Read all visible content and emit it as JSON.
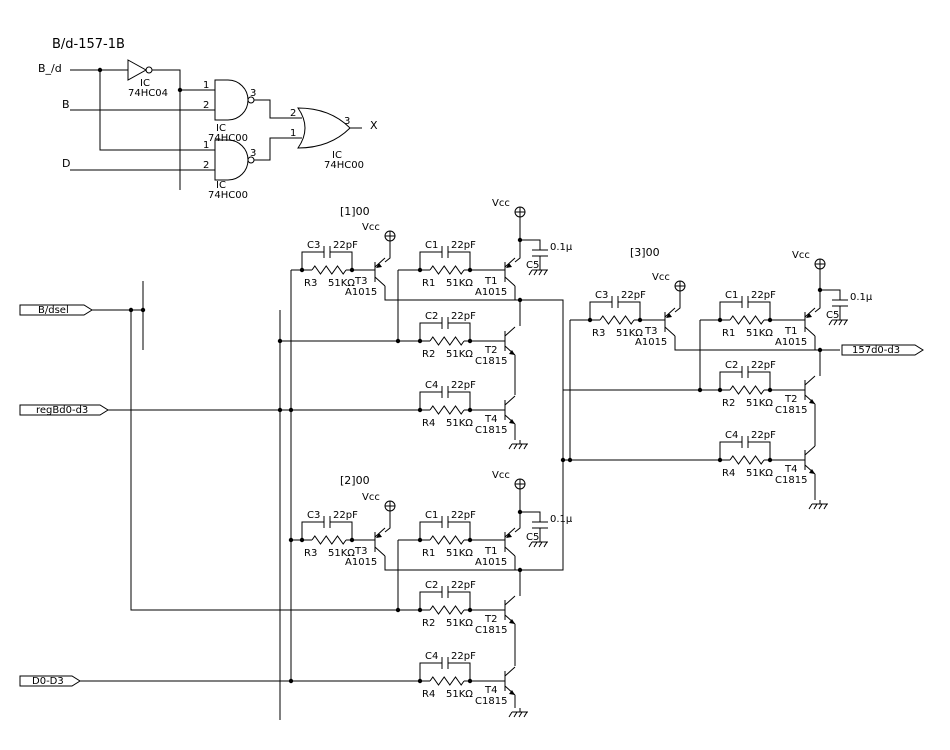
{
  "title": "B/d-157-1B",
  "logic": {
    "in_bd": "B_/d",
    "in_b": "B",
    "in_d": "D",
    "out_x": "X",
    "inv_ic": "IC",
    "inv_part": "74HC04",
    "nand_ic": "IC",
    "nand_part": "74HC00",
    "p1": "1",
    "p2": "2",
    "p3": "3"
  },
  "nets": {
    "bdsel": "B/dsel",
    "regbd": "regBd0-d3",
    "d0d3": "D0-D3",
    "out": "157d0-d3"
  },
  "groups": {
    "g1": "[1]00",
    "g2": "[2]00",
    "g3": "[3]00"
  },
  "parts": {
    "c1": "C1",
    "c2": "C2",
    "c3": "C3",
    "c4": "C4",
    "c5": "C5",
    "cap22": "22pF",
    "cap01": "0.1μ",
    "r1": "R1",
    "r2": "R2",
    "r3": "R3",
    "r4": "R4",
    "res51k": "51KΩ",
    "t1": "T1",
    "t2": "T2",
    "t3": "T3",
    "t4": "T4",
    "a1015": "A1015",
    "c1815": "C1815",
    "vcc": "Vcc"
  }
}
